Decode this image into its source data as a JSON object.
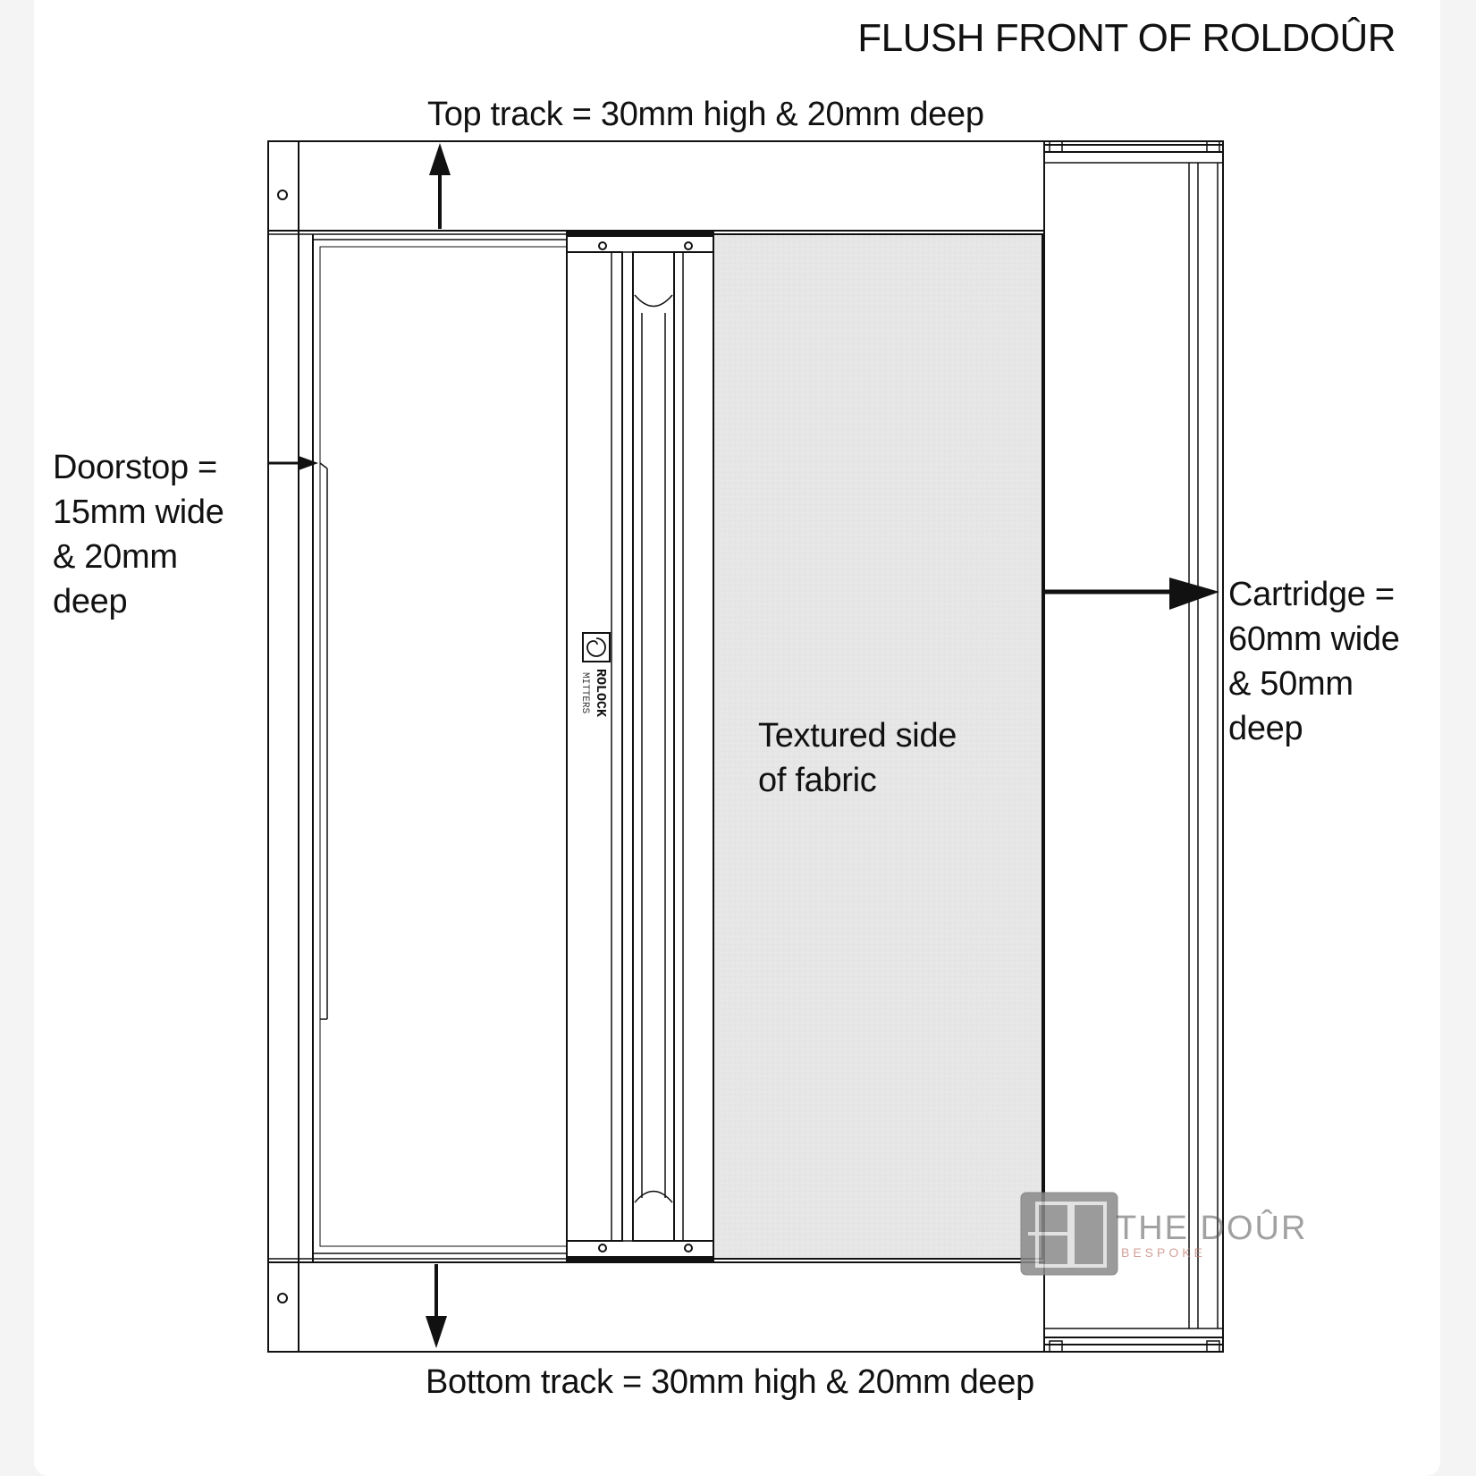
{
  "title": "FLUSH FRONT OF ROLDOÛR",
  "labels": {
    "top_track": "Top track = 30mm high & 20mm deep",
    "bottom_track": "Bottom track = 30mm high & 20mm deep",
    "doorstop": "Doorstop =\n15mm wide\n& 20mm\ndeep",
    "cartridge": "Cartridge =\n60mm wide\n& 50mm\ndeep",
    "fabric": "Textured side\nof fabric"
  },
  "handle_brand": {
    "name": "ROLOCK",
    "sub": "MITTERS"
  },
  "watermark": {
    "name": "THE DOÛR",
    "sub": "BESPOKE"
  },
  "colors": {
    "line": "#111111",
    "fabric_fill": "#e6e6e6",
    "background": "#ffffff"
  }
}
